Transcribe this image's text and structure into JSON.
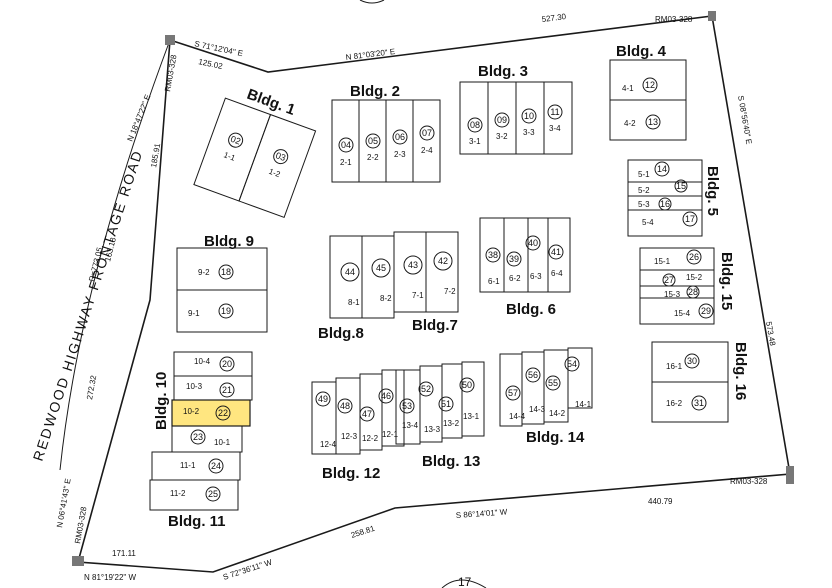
{
  "colors": {
    "line": "#1a1a1a",
    "highlight": "#ffe680",
    "background": "#ffffff",
    "marker": "#777777"
  },
  "road": {
    "name": "REDWOOD HIGHWAY FRONTAGE ROAD"
  },
  "boundary": {
    "b1": "S 71°12'04\" E",
    "b1_len": "125.02",
    "b2": "N 81°03'20\" E",
    "b2_len": "527.30",
    "b3": "S 08°56'40\" E",
    "b3_len": "573.48",
    "b4": "S 86°14'01\" W",
    "b4_len": "440.79",
    "b5": "S 72°36'11\" W",
    "b5_len": "258.81",
    "b6": "N 81°19'22\" W",
    "b6_len": "171.11",
    "b7": "N 06°41'43\" E",
    "b7_len": "272.32",
    "b8": "N 18°47'22\" E",
    "b8_len": "185.91",
    "curve_r": "R=773.05",
    "curve_len": "163.18",
    "rm_top_left": "RM03-328",
    "rm_top_right": "RM03-328",
    "rm_bottom_left": "RM03-328",
    "rm_bottom_right": "RM03-328"
  },
  "buildings": {
    "b1": {
      "label": "Bldg. 1",
      "units": [
        {
          "num": "02",
          "unit": "1-1"
        },
        {
          "num": "03",
          "unit": "1-2"
        }
      ]
    },
    "b2": {
      "label": "Bldg. 2",
      "units": [
        {
          "num": "04",
          "unit": "2-1"
        },
        {
          "num": "05",
          "unit": "2-2"
        },
        {
          "num": "06",
          "unit": "2-3"
        },
        {
          "num": "07",
          "unit": "2-4"
        }
      ]
    },
    "b3": {
      "label": "Bldg. 3",
      "units": [
        {
          "num": "08",
          "unit": "3-1"
        },
        {
          "num": "09",
          "unit": "3-2"
        },
        {
          "num": "10",
          "unit": "3-3"
        },
        {
          "num": "11",
          "unit": "3-4"
        }
      ]
    },
    "b4": {
      "label": "Bldg. 4",
      "units": [
        {
          "num": "12",
          "unit": "4-1"
        },
        {
          "num": "13",
          "unit": "4-2"
        }
      ]
    },
    "b5": {
      "label": "Bldg. 5",
      "units": [
        {
          "num": "14",
          "unit": "5-1"
        },
        {
          "num": "15",
          "unit": "5-2"
        },
        {
          "num": "16",
          "unit": "5-3"
        },
        {
          "num": "17",
          "unit": "5-4"
        }
      ]
    },
    "b6": {
      "label": "Bldg. 6",
      "units": [
        {
          "num": "38",
          "unit": "6-1"
        },
        {
          "num": "39",
          "unit": "6-2"
        },
        {
          "num": "40",
          "unit": "6-3"
        },
        {
          "num": "41",
          "unit": "6-4"
        }
      ]
    },
    "b7": {
      "label": "Bldg.7",
      "units": [
        {
          "num": "43",
          "unit": "7-1"
        },
        {
          "num": "42",
          "unit": "7-2"
        }
      ]
    },
    "b8": {
      "label": "Bldg.8",
      "units": [
        {
          "num": "44",
          "unit": "8-1"
        },
        {
          "num": "45",
          "unit": "8-2"
        }
      ]
    },
    "b9": {
      "label": "Bldg. 9",
      "units": [
        {
          "num": "18",
          "unit": "9-2"
        },
        {
          "num": "19",
          "unit": "9-1"
        }
      ]
    },
    "b10": {
      "label": "Bldg. 10",
      "units": [
        {
          "num": "20",
          "unit": "10-4"
        },
        {
          "num": "21",
          "unit": "10-3"
        },
        {
          "num": "22",
          "unit": "10-2"
        },
        {
          "num": "23",
          "unit": "10-1"
        }
      ]
    },
    "b11": {
      "label": "Bldg. 11",
      "units": [
        {
          "num": "24",
          "unit": "11-1"
        },
        {
          "num": "25",
          "unit": "11-2"
        }
      ]
    },
    "b12": {
      "label": "Bldg. 12",
      "units": [
        {
          "num": "49",
          "unit": "12-4"
        },
        {
          "num": "48",
          "unit": "12-3"
        },
        {
          "num": "47",
          "unit": "12-2"
        },
        {
          "num": "46",
          "unit": "12-1"
        }
      ]
    },
    "b13": {
      "label": "Bldg. 13",
      "units": [
        {
          "num": "53",
          "unit": "13-4"
        },
        {
          "num": "52",
          "unit": "13-3"
        },
        {
          "num": "51",
          "unit": "13-2"
        },
        {
          "num": "50",
          "unit": "13-1"
        }
      ]
    },
    "b14": {
      "label": "Bldg. 14",
      "units": [
        {
          "num": "57",
          "unit": "14-4"
        },
        {
          "num": "56",
          "unit": "14-3"
        },
        {
          "num": "55",
          "unit": "14-2"
        },
        {
          "num": "54",
          "unit": "14-1"
        }
      ]
    },
    "b15": {
      "label": "Bldg. 15",
      "units": [
        {
          "num": "26",
          "unit": "15-1"
        },
        {
          "num": "27",
          "unit": "15-2"
        },
        {
          "num": "28",
          "unit": "15-3"
        },
        {
          "num": "29",
          "unit": "15-4"
        }
      ]
    },
    "b16": {
      "label": "Bldg. 16",
      "units": [
        {
          "num": "30",
          "unit": "16-1"
        },
        {
          "num": "31",
          "unit": "16-2"
        }
      ]
    }
  },
  "highlighted_unit": "10-2",
  "edge_marks": {
    "bottom_right": "17"
  }
}
